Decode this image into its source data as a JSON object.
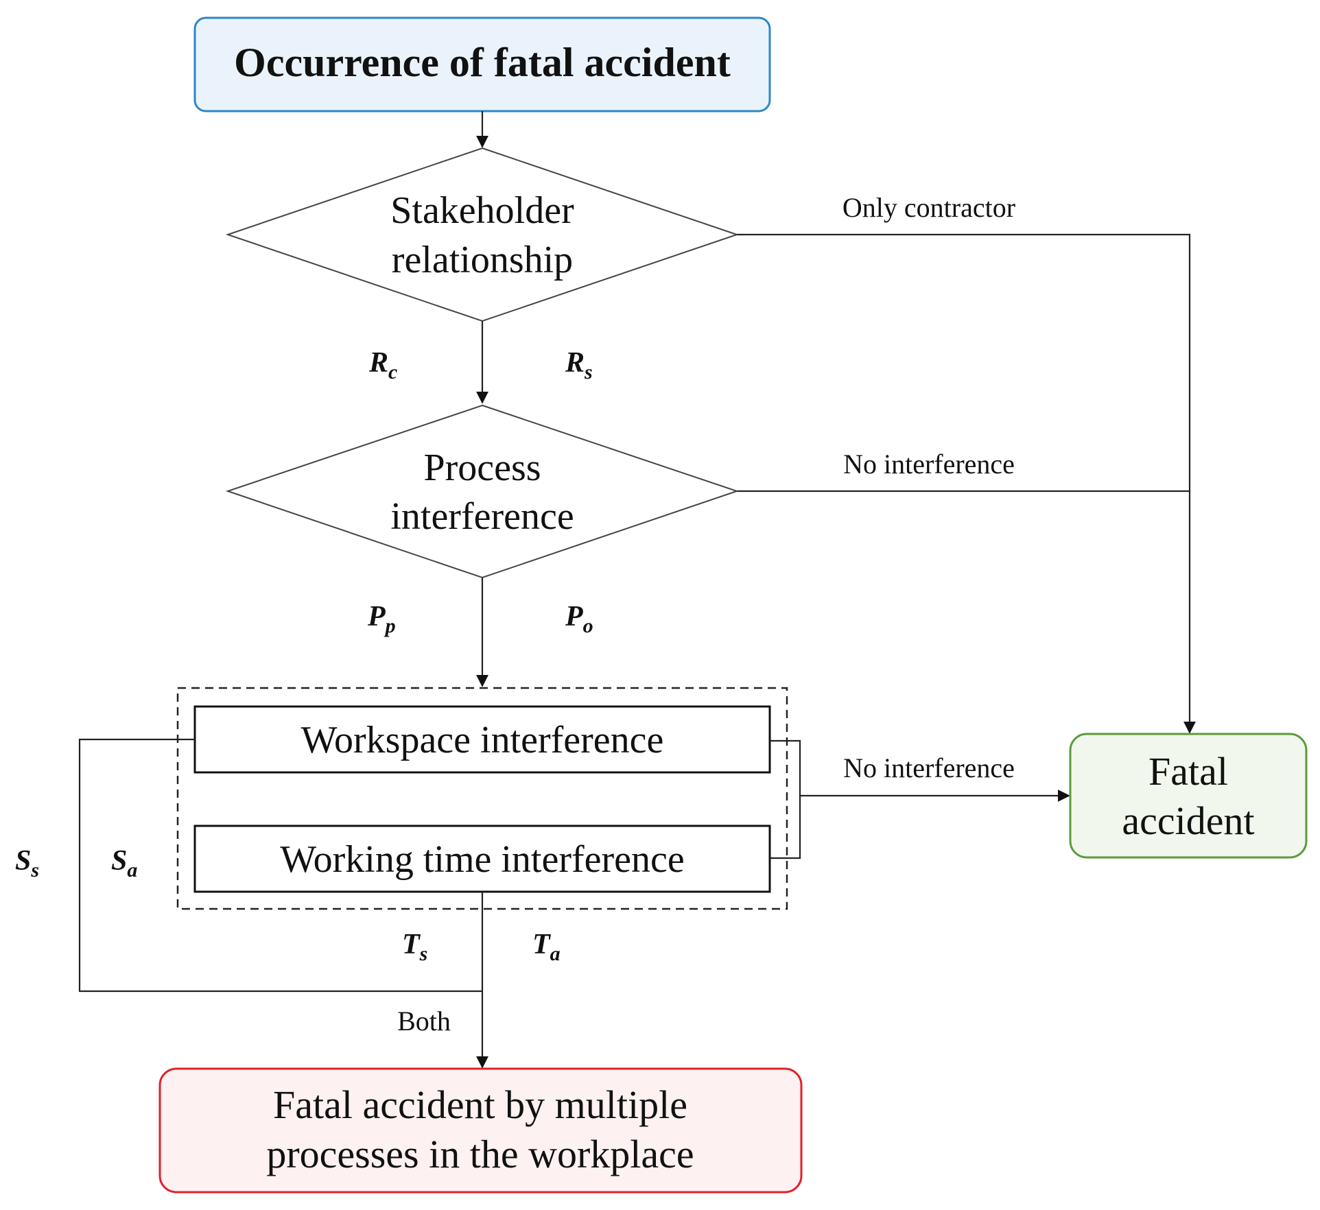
{
  "nodes": {
    "start": {
      "label": "Occurrence of fatal accident",
      "fill": "#eaf3fb",
      "stroke": "#2e86c8"
    },
    "stakeholder": {
      "line1": "Stakeholder",
      "line2": "relationship"
    },
    "process": {
      "line1": "Process",
      "line2": "interference"
    },
    "workspace": {
      "label": "Workspace interference"
    },
    "working_time": {
      "label": "Working time interference"
    },
    "fatal": {
      "line1": "Fatal",
      "line2": "accident",
      "fill": "#f1f7ec",
      "stroke": "#5b9a3c"
    },
    "multiple": {
      "line1": "Fatal accident by multiple",
      "line2": "processes in the workplace",
      "fill": "#fdf1f1",
      "stroke": "#e0212b"
    }
  },
  "edge_labels": {
    "only_contractor": "Only contractor",
    "no_interference_process": "No interference",
    "no_interference_space_time": "No interference",
    "both": "Both"
  },
  "variables": {
    "rc": {
      "base": "R",
      "sub": "c"
    },
    "rs": {
      "base": "R",
      "sub": "s"
    },
    "pp": {
      "base": "P",
      "sub": "p"
    },
    "po": {
      "base": "P",
      "sub": "o"
    },
    "ss": {
      "base": "S",
      "sub": "s"
    },
    "sa": {
      "base": "S",
      "sub": "a"
    },
    "ts": {
      "base": "T",
      "sub": "s"
    },
    "ta": {
      "base": "T",
      "sub": "a"
    }
  }
}
